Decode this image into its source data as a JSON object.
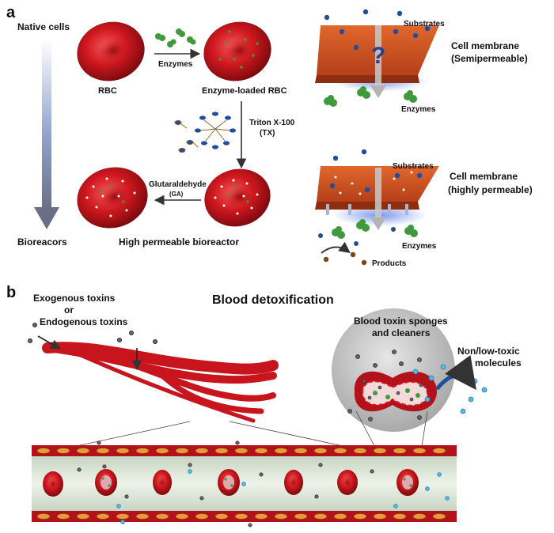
{
  "panel_a": {
    "label": "a",
    "native_cells": "Native cells",
    "bioreactors": "Bioreacors",
    "rbc": "RBC",
    "enzymes": "Enzymes",
    "enzyme_loaded_rbc": "Enzyme-loaded RBC",
    "triton_line1": "Triton X-100",
    "triton_line2": "(TX)",
    "glut_line1": "Glutaraldehyde",
    "glut_line2": "(GA)",
    "high_perm_bioreactor": "High permeable bioreactor",
    "membrane_top": {
      "substrates": "Substrates",
      "title_line1": "Cell membrane",
      "title_line2": "(Semipermeable)",
      "question": "?",
      "enzymes": "Enzymes"
    },
    "membrane_bottom": {
      "substrates": "Substrates",
      "title_line1": "Cell membrane",
      "title_line2": "(highly permeable)",
      "enzymes": "Enzymes",
      "products": "Products"
    }
  },
  "panel_b": {
    "label": "b",
    "toxins_line1": "Exogenous toxins",
    "toxins_line2": "or",
    "toxins_line3": "Endogenous toxins",
    "title": "Blood detoxification",
    "sponges_line1": "Blood toxin sponges",
    "sponges_line2": "and cleaners",
    "nontoxic_line1": "Non/low-toxic",
    "nontoxic_line2": "molecules"
  },
  "colors": {
    "rbc_red": "#c8141c",
    "membrane_orange": "#d2521e",
    "enzyme_green": "#3e9a3a",
    "substrate_blue": "#1f4f9a",
    "toxin_cyan": "#55b8e6"
  }
}
